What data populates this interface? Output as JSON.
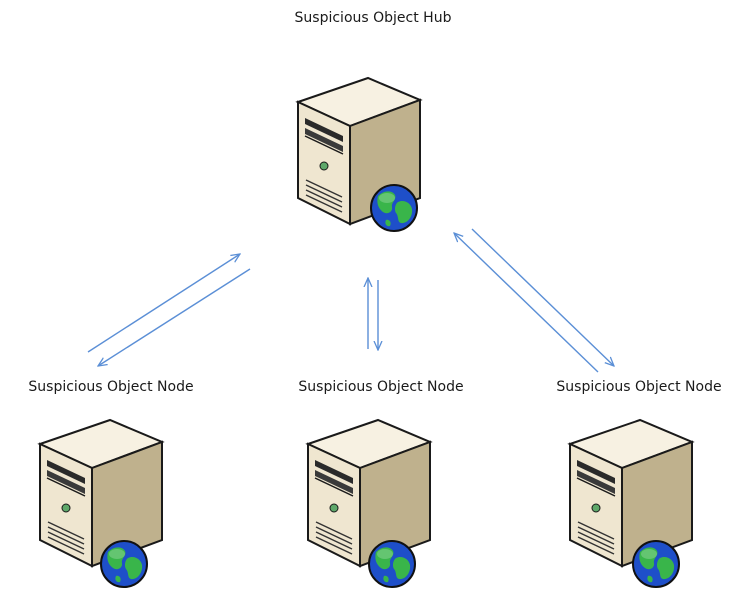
{
  "hub": {
    "label": "Suspicious Object Hub"
  },
  "nodes": [
    {
      "label": "Suspicious Object Node"
    },
    {
      "label": "Suspicious Object Node"
    },
    {
      "label": "Suspicious Object Node"
    }
  ],
  "colors": {
    "arrow": "#5b8fd6",
    "server_front": "#efe6d0",
    "server_side": "#bfb18d",
    "server_top": "#f7f1e2",
    "outline": "#1a1a1a",
    "globe_ocean": "#1e4fc9",
    "globe_land": "#39b54a"
  },
  "icons": {
    "server": "server-icon",
    "globe": "globe-icon"
  }
}
